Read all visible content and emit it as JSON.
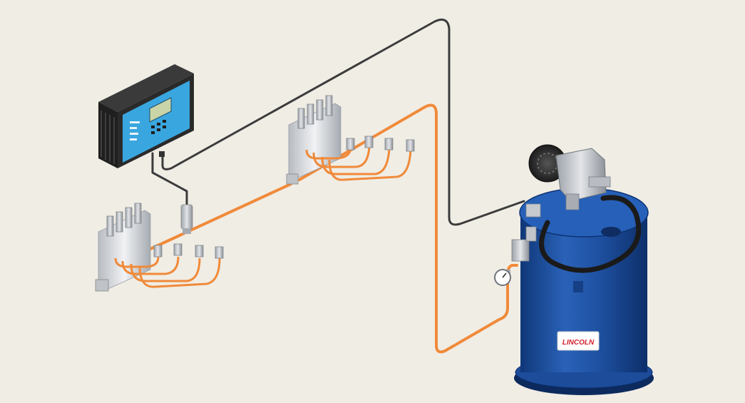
{
  "brand": {
    "logo_text": "LINCOLN",
    "logo_color": "#d2202f"
  },
  "colors": {
    "background": "#f0ede5",
    "lube_line": "#f08a3a",
    "signal_cable": "#3c3c3c",
    "reservoir_blue": "#1d4fa0",
    "controller_panel": "#3aa6df",
    "controller_case": "#2a2a2a"
  },
  "components": [
    {
      "name": "controller",
      "icon": "controller-icon"
    },
    {
      "name": "pump-station",
      "icon": "pump-reservoir-icon"
    },
    {
      "name": "pressure-gauge",
      "icon": "gauge-icon"
    },
    {
      "name": "pressure-switch",
      "icon": "sensor-icon"
    },
    {
      "name": "divider-block-left",
      "icon": "divider-valve-icon"
    },
    {
      "name": "divider-block-right",
      "icon": "divider-valve-icon"
    }
  ]
}
